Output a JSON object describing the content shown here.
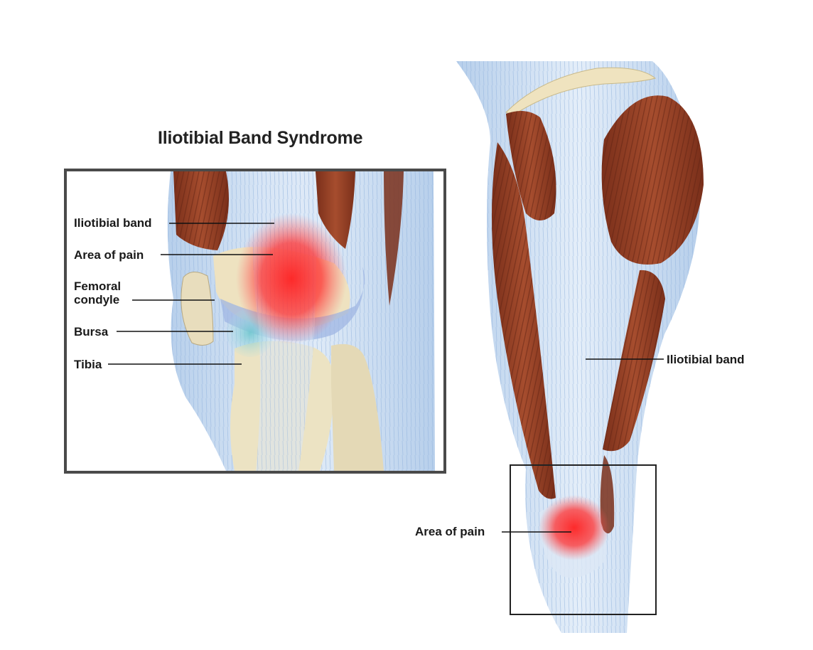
{
  "title": "Iliotibial Band Syndrome",
  "inset_labels": {
    "iliotibial_band": "Iliotibial band",
    "area_of_pain": "Area of pain",
    "femoral_condyle": "Femoral\ncondyle",
    "bursa": "Bursa",
    "tibia": "Tibia"
  },
  "leg_labels": {
    "iliotibial_band": "Iliotibial band",
    "area_of_pain": "Area of pain"
  },
  "colors": {
    "muscle": "#8a3a22",
    "muscle_light": "#b15a3a",
    "fascia": "#c9dcf0",
    "fascia_line": "#7fa6d6",
    "bone": "#ece3c3",
    "pain": "#ff2a2a",
    "bursa": "#8fd0d8",
    "frame": "#4a4a4a"
  }
}
